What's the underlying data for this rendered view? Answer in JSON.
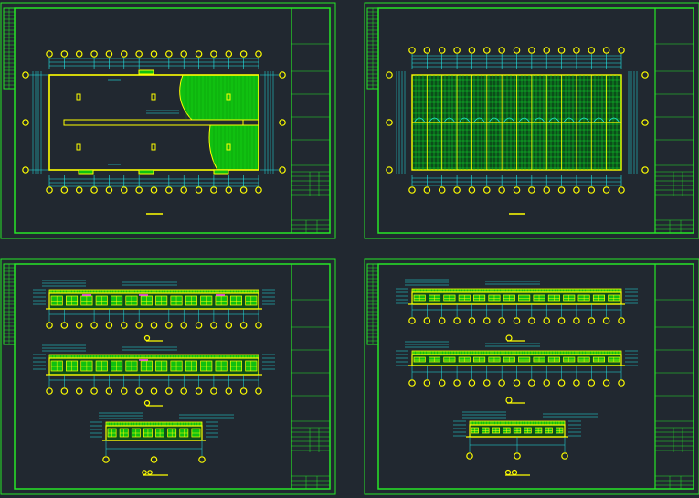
{
  "canvas": {
    "background": "#212830",
    "colors": {
      "frame": "#27e627",
      "accent": "#0fdc2a",
      "cyan": "#22e6e6",
      "yellow": "#ffff00",
      "magenta": "#ff44ff",
      "fill": "#10c010"
    }
  },
  "sheets": [
    {
      "name": "sheet-1",
      "kind": "floor-plan"
    },
    {
      "name": "sheet-2",
      "kind": "roof-plan"
    },
    {
      "name": "sheet-3",
      "kind": "elevations-a"
    },
    {
      "name": "sheet-4",
      "kind": "elevations-b"
    }
  ]
}
